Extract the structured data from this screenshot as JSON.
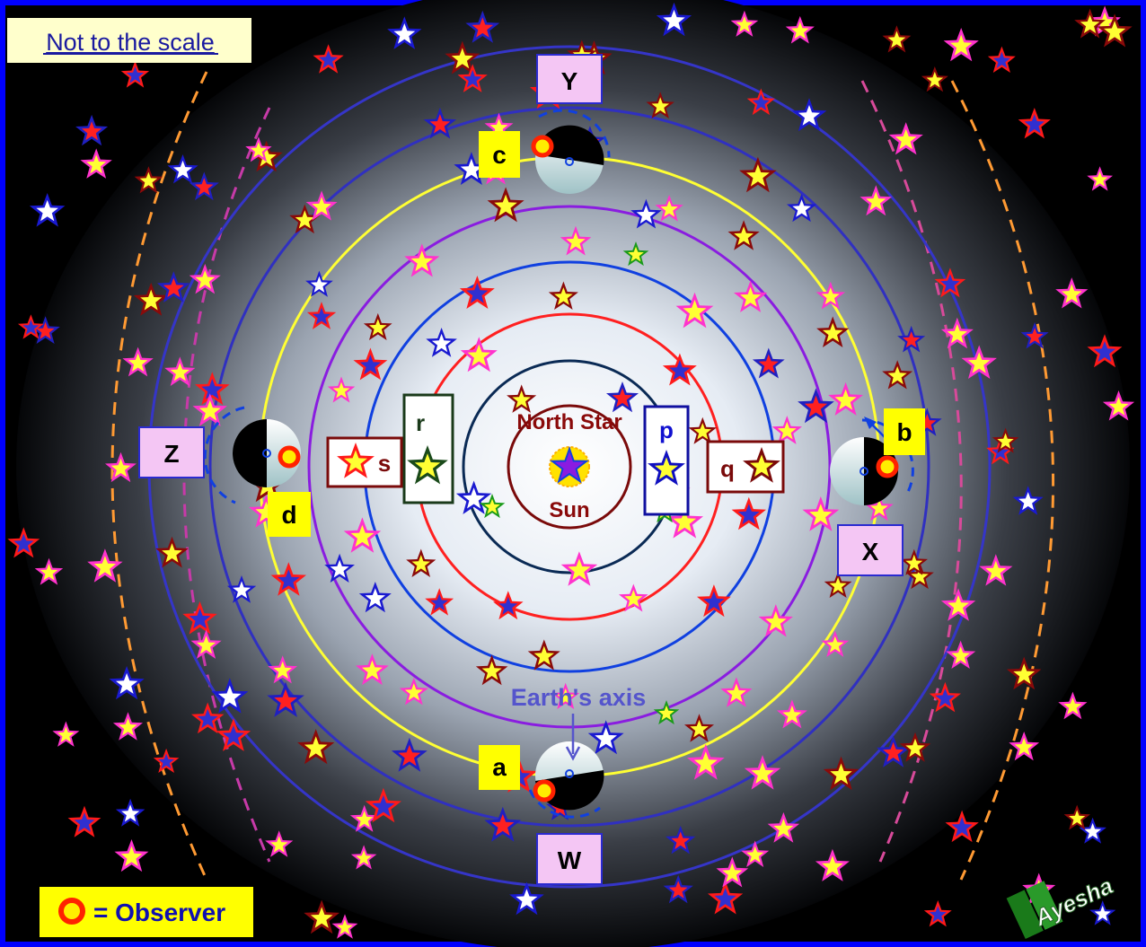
{
  "note": "Not to the scale",
  "center": {
    "star_label": "North Star",
    "sun_label": "Sun"
  },
  "axis_label": "Earth's axis",
  "positions": {
    "Y": "Y",
    "X": "X",
    "W": "W",
    "Z": "Z"
  },
  "observer_points": {
    "a": "a",
    "b": "b",
    "c": "c",
    "d": "d"
  },
  "star_markers": {
    "p": "p",
    "q": "q",
    "r": "r",
    "s": "s"
  },
  "legend": {
    "text": "= Observer"
  },
  "signature": "Ayesha",
  "colors": {
    "frame": "#0000ff",
    "earth_orbit": "#ffff33",
    "label_box": "#f4c6f4",
    "observer_box": "#ffff00",
    "observer_marker": "#ff2a00",
    "ring_north_star": "#7a0a0a",
    "ring_1": "#0a2a55",
    "ring_2": "#ff2020",
    "ring_3": "#1040e0",
    "ring_4": "#8a1ce0",
    "ring_6": "#3030c0",
    "ring_7": "#3535c8"
  }
}
